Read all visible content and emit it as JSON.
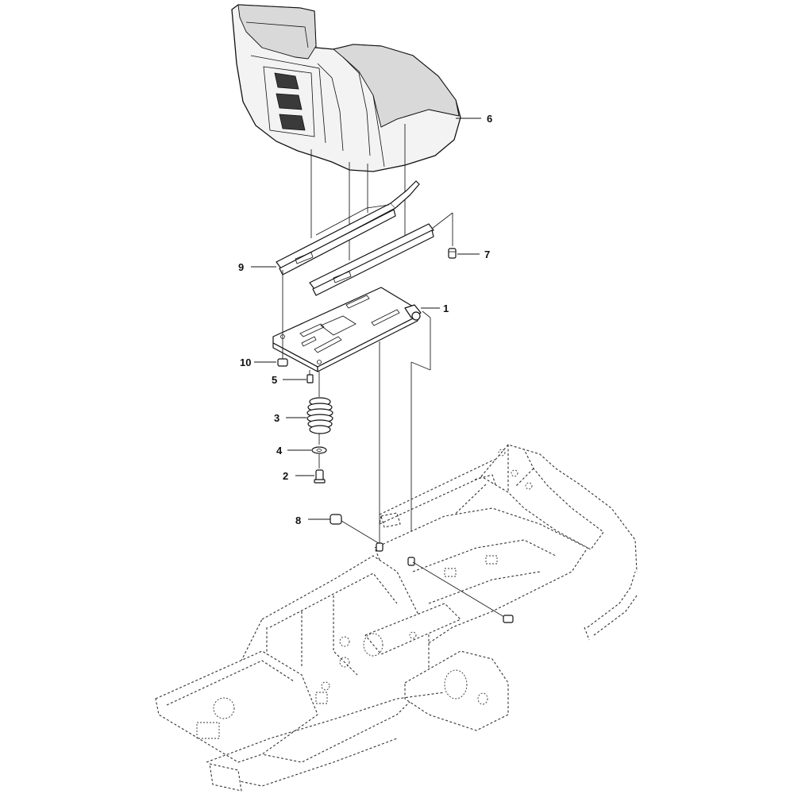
{
  "callouts": [
    {
      "number": "1",
      "name": "seat-plate"
    },
    {
      "number": "2",
      "name": "bolt"
    },
    {
      "number": "3",
      "name": "spring"
    },
    {
      "number": "4",
      "name": "washer"
    },
    {
      "number": "5",
      "name": "screw"
    },
    {
      "number": "6",
      "name": "seat"
    },
    {
      "number": "7",
      "name": "screw"
    },
    {
      "number": "8",
      "name": "bolt"
    },
    {
      "number": "9",
      "name": "seat-rail"
    },
    {
      "number": "10",
      "name": "nut"
    }
  ],
  "colors": {
    "line": "#111111",
    "frame": "#333333",
    "background": "#ffffff"
  }
}
